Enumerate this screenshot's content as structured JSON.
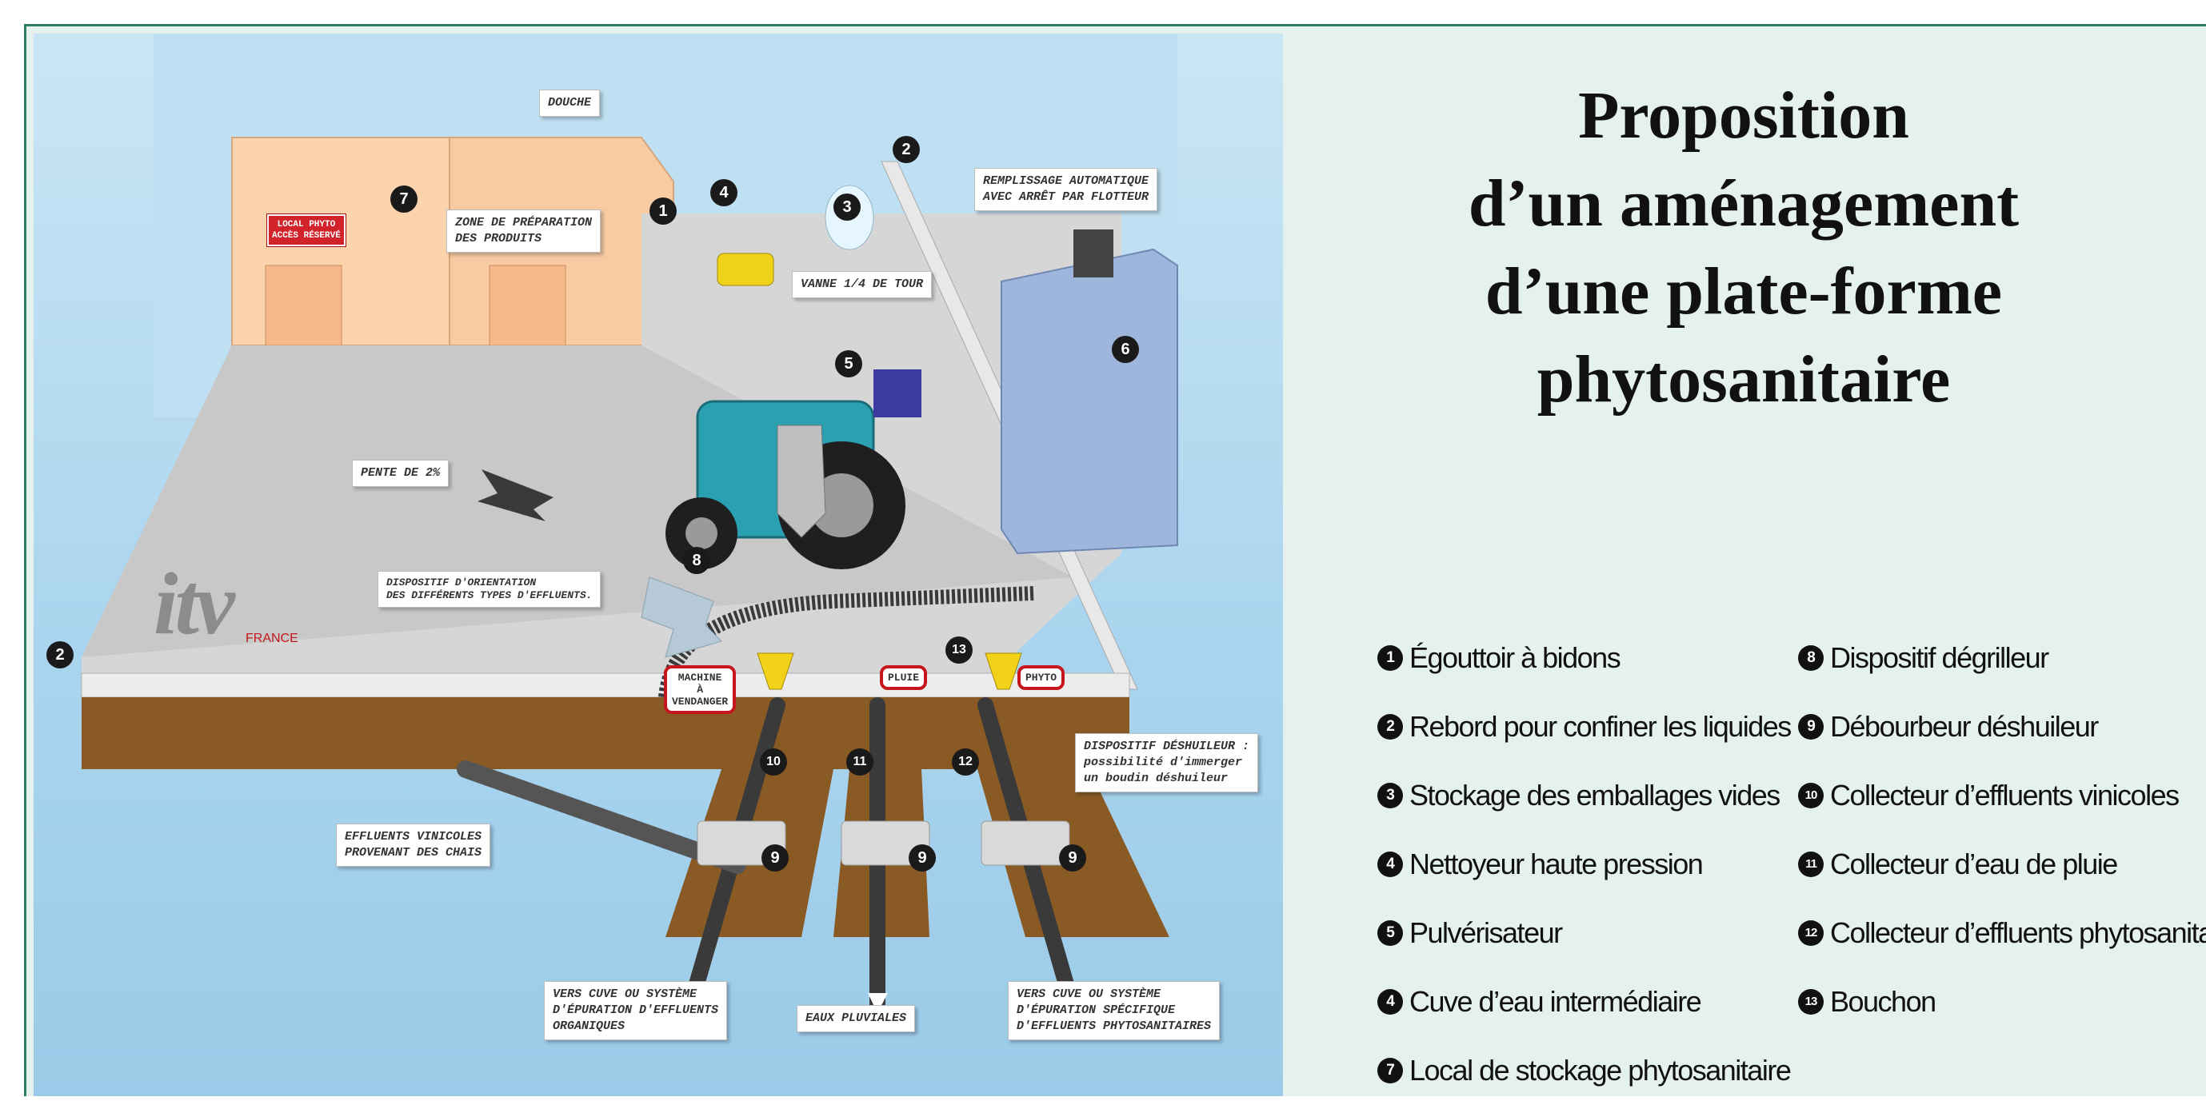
{
  "title": {
    "line1": "Proposition",
    "line2": "d’un aménagement",
    "line3": "d’une plate-forme",
    "line4": "phytosanitaire"
  },
  "legend_left": [
    {
      "num": "1",
      "text": "Égouttoir à bidons"
    },
    {
      "num": "2",
      "text": "Rebord pour confiner les liquides"
    },
    {
      "num": "3",
      "text": "Stockage des emballages vides"
    },
    {
      "num": "4",
      "text": "Nettoyeur haute pression"
    },
    {
      "num": "5",
      "text": "Pulvérisateur"
    },
    {
      "num": "4",
      "text": "Cuve d’eau intermédiaire"
    },
    {
      "num": "7",
      "text": "Local de stockage phytosanitaire"
    }
  ],
  "legend_right": [
    {
      "num": "8",
      "text": "Dispositif dégrilleur"
    },
    {
      "num": "9",
      "text": "Débourbeur déshuileur"
    },
    {
      "num": "10",
      "text": "Collecteur d’effluents vinicoles"
    },
    {
      "num": "11",
      "text": "Collecteur d’eau de pluie"
    },
    {
      "num": "12",
      "text": "Collecteur d’effluents phytosanitaires"
    },
    {
      "num": "13",
      "text": "Bouchon"
    }
  ],
  "labels": {
    "douche": "DOUCHE",
    "zone": "ZONE DE PRÉPARATION\nDES PRODUITS",
    "remplissage": "REMPLISSAGE AUTOMATIQUE\nAVEC ARRÊT PAR FLOTTEUR",
    "vanne": "VANNE 1/4 DE TOUR",
    "pente": "PENTE DE 2%",
    "dispositif": "DISPOSITIF D'ORIENTATION\nDES DIFFÉRENTS TYPES D'EFFLUENTS.",
    "deshuileur": "DISPOSITIF DÉSHUILEUR :\npossibilité d'immerger\nun boudin déshuileur",
    "effluents": "EFFLUENTS VINICOLES\nPROVENANT DES CHAIS",
    "vers_orga": "VERS CUVE OU SYSTÈME\nD'ÉPURATION D'EFFLUENTS\nORGANIQUES",
    "eaux": "EAUX PLUVIALES",
    "vers_phyto": "VERS CUVE OU SYSTÈME\nD'ÉPURATION SPÉCIFIQUE\nD'EFFLUENTS PHYTOSANITAIRES"
  },
  "signs": {
    "machine": "MACHINE\nÀ\nVENDANGER",
    "pluie": "PLUIE",
    "phyto": "PHYTO",
    "local": "LOCAL PHYTO\nACCÈS RÉSERVÉ"
  },
  "logo": {
    "main": "itv",
    "sub": "FRANCE"
  },
  "markers": {
    "m1": "1",
    "m2a": "2",
    "m2b": "2",
    "m3": "3",
    "m4": "4",
    "m5": "5",
    "m6": "6",
    "m7": "7",
    "m8": "8",
    "m9a": "9",
    "m9b": "9",
    "m9c": "9",
    "m10": "10",
    "m11": "11",
    "m12": "12",
    "m13": "13"
  },
  "colors": {
    "frame": "#2e7d5b",
    "panel_bg": "#e4f1ec",
    "sign_red": "#c4161c",
    "sky": "#a9d4ee",
    "soil": "#8a5a25",
    "tractor": "#2aa0b0"
  }
}
